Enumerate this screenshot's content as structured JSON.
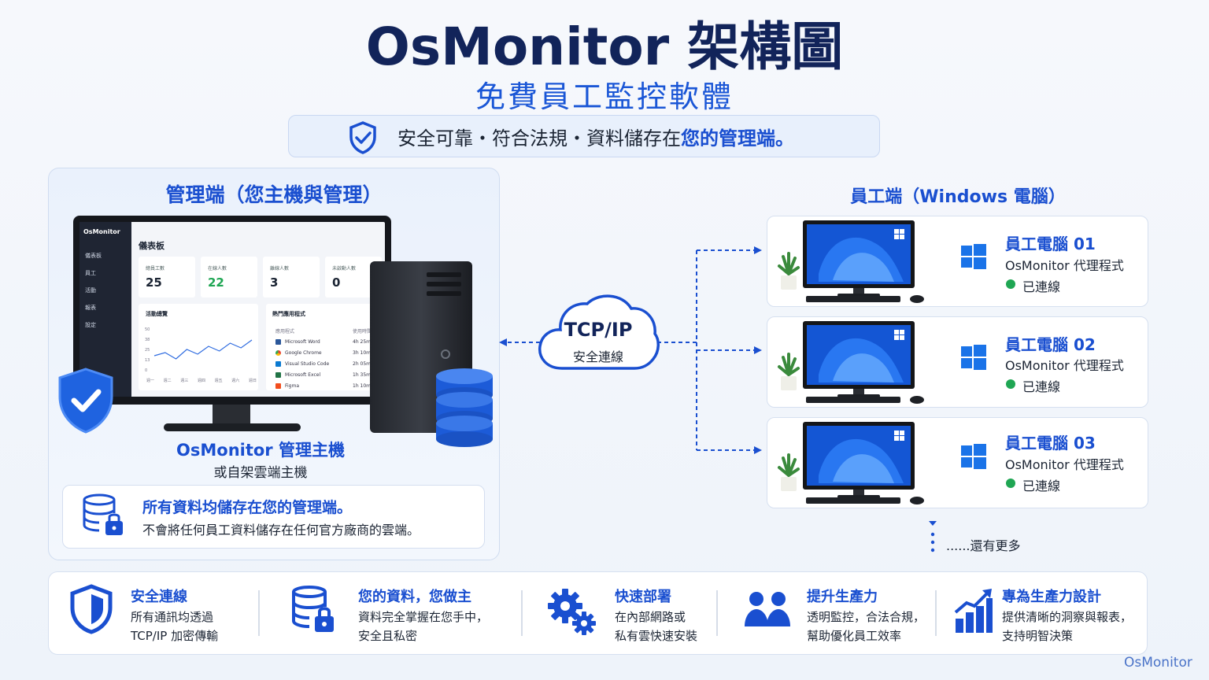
{
  "header": {
    "title": "OsMonitor 架構圖",
    "subtitle": "免費員工監控軟體",
    "tagline": "安全可靠・符合法規・資料儲存在",
    "tagline_highlight": "您的管理端。"
  },
  "admin": {
    "section_title": "管理端（您主機與管理）",
    "dashboard": {
      "logo": "OsMonitor",
      "page_title": "儀表板",
      "nav": [
        "儀表板",
        "員工",
        "活動",
        "報表",
        "設定"
      ],
      "stats": [
        {
          "label": "總員工數",
          "value": "25"
        },
        {
          "label": "在線人數",
          "value": "22"
        },
        {
          "label": "離線人數",
          "value": "3"
        },
        {
          "label": "未啟動人數",
          "value": "0"
        }
      ],
      "activity_title": "活動總覽",
      "activity_ticks_y": [
        "50",
        "38",
        "25",
        "13",
        "0"
      ],
      "activity_ticks_x": [
        "週一",
        "週二",
        "週三",
        "週四",
        "週五",
        "週六",
        "週日"
      ],
      "activity_values": [
        18,
        22,
        14,
        26,
        20,
        30,
        24,
        34,
        28,
        38
      ],
      "apps_title": "熱門應用程式",
      "apps_col_app": "應用程式",
      "apps_col_time": "使用時間",
      "apps": [
        {
          "name": "Microsoft Word",
          "time": "4h 25m"
        },
        {
          "name": "Google Chrome",
          "time": "3h 10m"
        },
        {
          "name": "Visual Studio Code",
          "time": "2h 05m"
        },
        {
          "name": "Microsoft Excel",
          "time": "1h 35m"
        },
        {
          "name": "Figma",
          "time": "1h 10m"
        }
      ]
    },
    "host_title": "OsMonitor 管理主機",
    "host_subtitle": "或自架雲端主機",
    "storage_title": "所有資料均儲存在您的管理端。",
    "storage_desc": "不會將任何員工資料儲存在任何官方廠商的雲端。"
  },
  "cloud": {
    "title": "TCP/IP",
    "subtitle": "安全連線"
  },
  "employees": {
    "section_title": "員工端（Windows 電腦）",
    "computers": [
      {
        "name": "員工電腦 01",
        "agent": "OsMonitor 代理程式",
        "status": "已連線"
      },
      {
        "name": "員工電腦 02",
        "agent": "OsMonitor 代理程式",
        "status": "已連線"
      },
      {
        "name": "員工電腦 03",
        "agent": "OsMonitor 代理程式",
        "status": "已連線"
      }
    ],
    "more": "......還有更多"
  },
  "features": [
    {
      "title": "安全連線",
      "lines": [
        "所有通訊均透過",
        "TCP/IP 加密傳輸"
      ],
      "icon": "shield-icon"
    },
    {
      "title": "您的資料，您做主",
      "lines": [
        "資料完全掌握在您手中，",
        "安全且私密"
      ],
      "icon": "database-lock-icon"
    },
    {
      "title": "快速部署",
      "lines": [
        "在內部網路或",
        "私有雲快速安裝"
      ],
      "icon": "gears-icon"
    },
    {
      "title": "提升生產力",
      "lines": [
        "透明監控，合法合規，",
        "幫助優化員工效率"
      ],
      "icon": "users-icon"
    },
    {
      "title": "專為生產力設計",
      "lines": [
        "提供清晰的洞察與報表，",
        "支持明智決策"
      ],
      "icon": "growth-chart-icon"
    }
  ],
  "brand": "OsMonitor",
  "colors": {
    "primary": "#1a4fd0",
    "navy": "#12245a",
    "online": "#1fa653",
    "windows": "#1a73e8"
  }
}
